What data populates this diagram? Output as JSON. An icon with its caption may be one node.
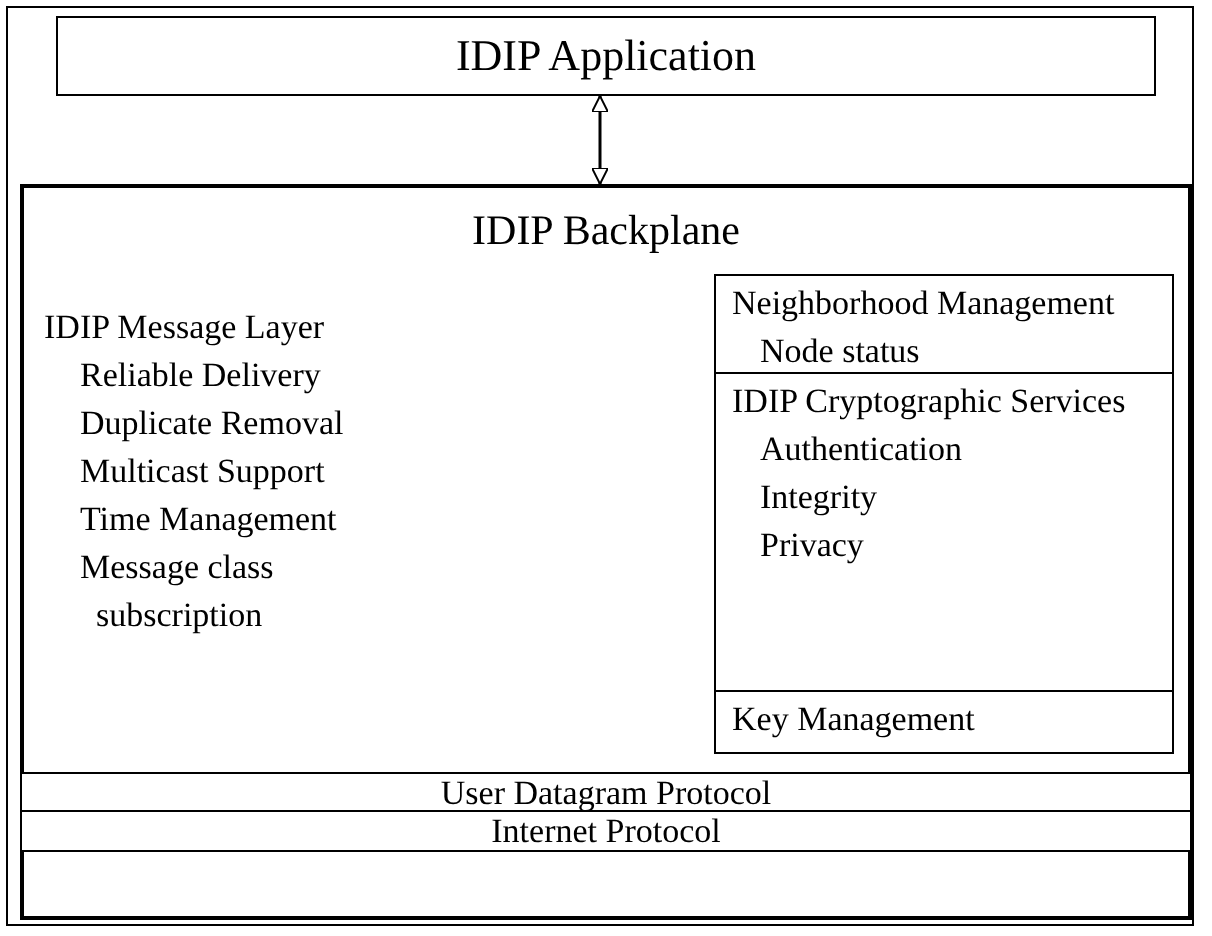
{
  "diagram": {
    "nodes": [
      {
        "text": [
          "IDIP Application"
        ]
      },
      {
        "text": [
          "IDIP Backplane"
        ]
      },
      {
        "text": [
          "Neighborhood Management",
          "Node status"
        ],
        "in": 1
      },
      {
        "text": [
          "IDIP Cryptographic Services",
          "Authentication",
          "Integrity",
          "Privacy"
        ],
        "in": 1
      },
      {
        "text": [
          "Key Management"
        ],
        "in": 1
      },
      {
        "text": [
          "User Datagram Protocol"
        ],
        "in": 1
      },
      {
        "text": [
          "Internet Protocol"
        ],
        "in": 1
      }
    ],
    "edges": [
      {
        "from": 0,
        "to": 1,
        "arrow": "both"
      }
    ],
    "labels": [
      "IDIP Message Layer",
      "Reliable Delivery",
      "Duplicate Removal",
      "Multicast Support",
      "Time Management",
      "Message class subscription"
    ]
  }
}
